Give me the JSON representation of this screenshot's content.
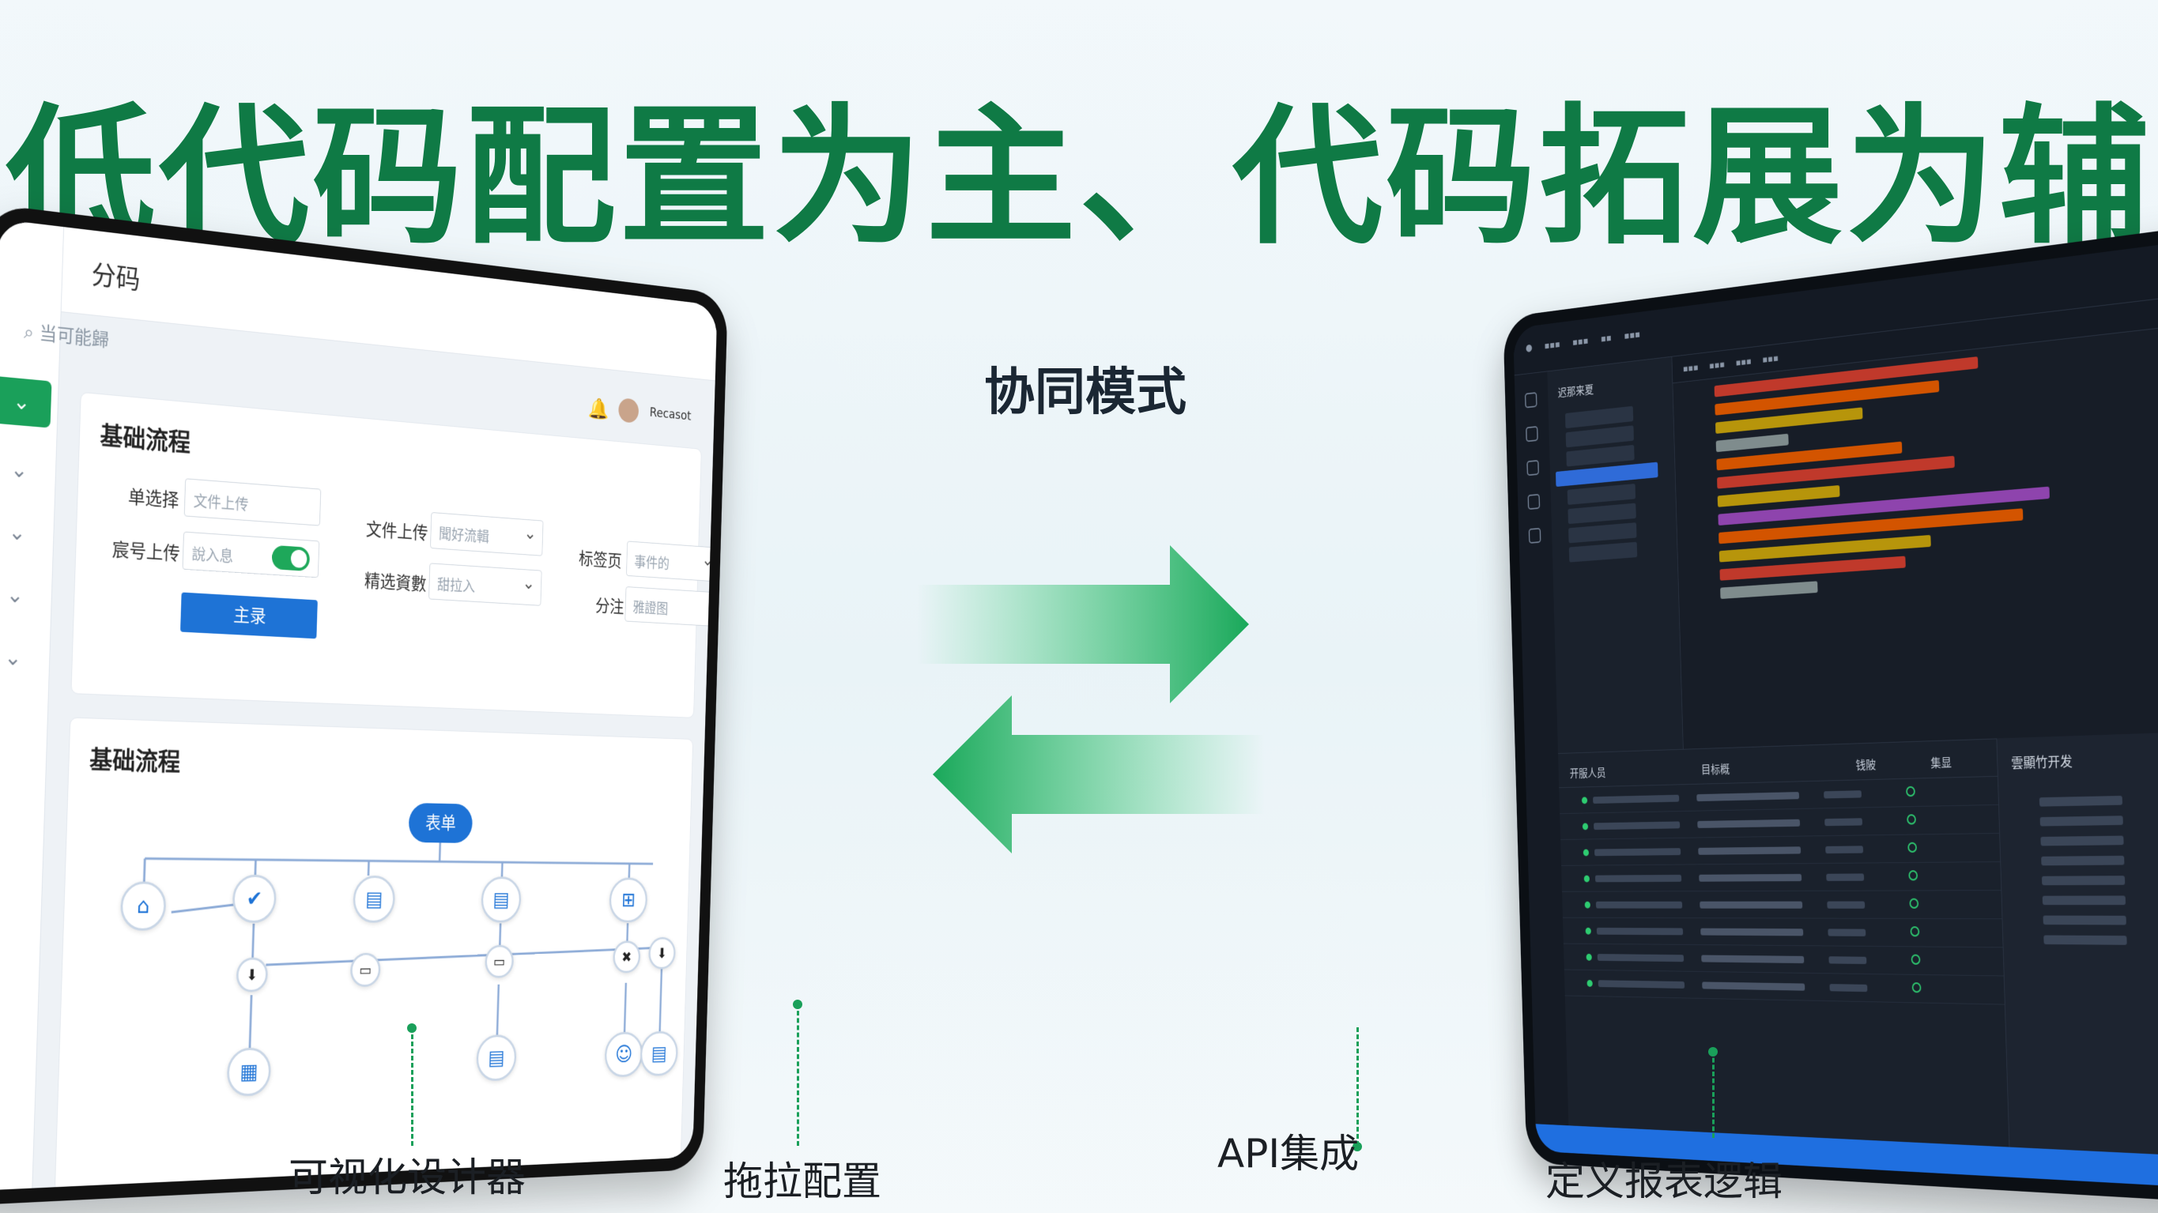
{
  "headline": "低代码配置为主、代码拓展为辅",
  "center_label": "协同模式",
  "callouts": {
    "visual_designer": "可视化设计器",
    "drag_config": "拖拉配置",
    "api_integration": "API集成",
    "report_logic": "定义报表逻辑"
  },
  "left_app": {
    "logo": "分码",
    "search_placeholder": "当可能歸",
    "user_name": "Recasot",
    "panel1_title": "基础流程",
    "panel2_title": "基础流程",
    "form": {
      "single_select_label": "单选择",
      "single_select_value": "文件上传",
      "upload_label": "宸号上传",
      "upload_value": "說入息",
      "file_upload_label": "文件上传",
      "file_upload_value": "聞好流輯",
      "precise_label": "精选資數",
      "precise_value": "甜拉入",
      "tab_label": "标签页",
      "tab_value": "事件的",
      "note_label": "分注",
      "note_value": "雅證图",
      "submit_button": "主录"
    },
    "flow": {
      "root": "表单"
    }
  },
  "right_app": {
    "explorer_title": "迟那来夏",
    "panel_title": "雲顯竹开发",
    "table_title": "开服人员",
    "table_col_2": "目标概",
    "table_col_3": "钱陂",
    "table_col_4": "集显"
  },
  "colors": {
    "brand_green": "#0f7a45",
    "primary_blue": "#1e73d6",
    "toggle_green": "#1ea85a"
  }
}
